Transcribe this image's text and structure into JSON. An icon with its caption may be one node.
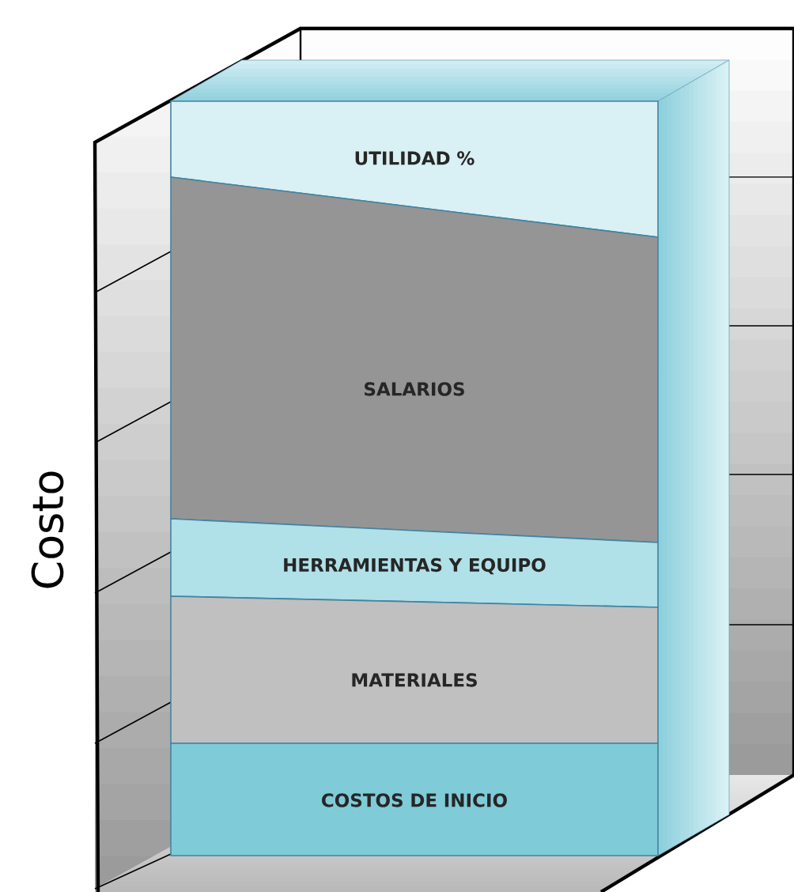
{
  "diagram": {
    "nodes": [
      {
        "text": [
          "UTILIDAD %"
        ]
      },
      {
        "text": [
          "SALARIOS"
        ]
      },
      {
        "text": [
          "HERRAMIENTAS Y EQUIPO"
        ]
      },
      {
        "text": [
          "MATERIALES"
        ]
      },
      {
        "text": [
          "COSTOS DE INICIO"
        ]
      }
    ],
    "labels": [
      "Costo"
    ]
  }
}
